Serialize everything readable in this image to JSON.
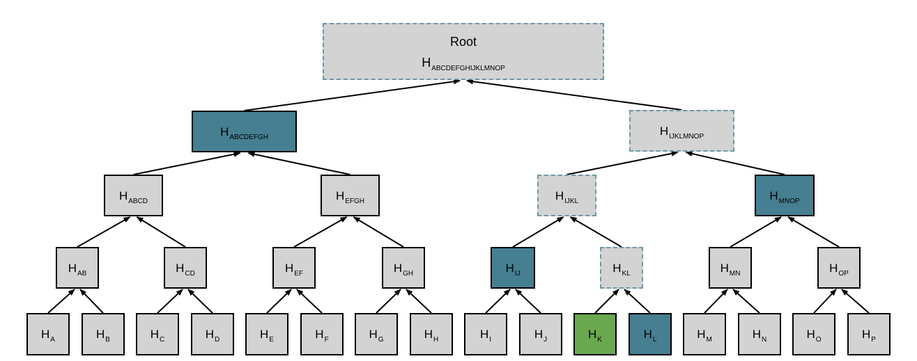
{
  "diagram": {
    "colors": {
      "grey_fill": "#d3d3d3",
      "teal_fill": "#457f91",
      "green_fill": "#6aa84f",
      "dashed_border": "#6c97a6",
      "edge": "#000000"
    },
    "root": {
      "title": "Root",
      "base": "H",
      "sub": "ABCDEFGHIJKLMNOP",
      "style": "dashed"
    },
    "level1": [
      {
        "id": "abcdefgh",
        "base": "H",
        "sub": "ABCDEFGH",
        "style": "teal"
      },
      {
        "id": "ijklmnop",
        "base": "H",
        "sub": "IJKLMNOP",
        "style": "dashed"
      }
    ],
    "level2": [
      {
        "id": "abcd",
        "base": "H",
        "sub": "ABCD",
        "style": "grey"
      },
      {
        "id": "efgh",
        "base": "H",
        "sub": "EFGH",
        "style": "grey"
      },
      {
        "id": "ijkl",
        "base": "H",
        "sub": "IJKL",
        "style": "dashed"
      },
      {
        "id": "mnop",
        "base": "H",
        "sub": "MNOP",
        "style": "teal"
      }
    ],
    "level3": [
      {
        "id": "ab",
        "base": "H",
        "sub": "AB",
        "style": "grey"
      },
      {
        "id": "cd",
        "base": "H",
        "sub": "CD",
        "style": "grey"
      },
      {
        "id": "ef",
        "base": "H",
        "sub": "EF",
        "style": "grey"
      },
      {
        "id": "gh",
        "base": "H",
        "sub": "GH",
        "style": "grey"
      },
      {
        "id": "ij",
        "base": "H",
        "sub": "IJ",
        "style": "teal"
      },
      {
        "id": "kl",
        "base": "H",
        "sub": "KL",
        "style": "dashed"
      },
      {
        "id": "mn",
        "base": "H",
        "sub": "MN",
        "style": "grey"
      },
      {
        "id": "op",
        "base": "H",
        "sub": "OP",
        "style": "grey"
      }
    ],
    "leaves": [
      {
        "id": "a",
        "base": "H",
        "sub": "A",
        "style": "grey"
      },
      {
        "id": "b",
        "base": "H",
        "sub": "B",
        "style": "grey"
      },
      {
        "id": "c",
        "base": "H",
        "sub": "C",
        "style": "grey"
      },
      {
        "id": "d",
        "base": "H",
        "sub": "D",
        "style": "grey"
      },
      {
        "id": "e",
        "base": "H",
        "sub": "E",
        "style": "grey"
      },
      {
        "id": "f",
        "base": "H",
        "sub": "F",
        "style": "grey"
      },
      {
        "id": "g",
        "base": "H",
        "sub": "G",
        "style": "grey"
      },
      {
        "id": "h",
        "base": "H",
        "sub": "H",
        "style": "grey"
      },
      {
        "id": "i",
        "base": "H",
        "sub": "I",
        "style": "grey"
      },
      {
        "id": "j",
        "base": "H",
        "sub": "J",
        "style": "grey"
      },
      {
        "id": "k",
        "base": "H",
        "sub": "K",
        "style": "green"
      },
      {
        "id": "l",
        "base": "H",
        "sub": "L",
        "style": "teal"
      },
      {
        "id": "m",
        "base": "H",
        "sub": "M",
        "style": "grey"
      },
      {
        "id": "n",
        "base": "H",
        "sub": "N",
        "style": "grey"
      },
      {
        "id": "o",
        "base": "H",
        "sub": "O",
        "style": "grey"
      },
      {
        "id": "p",
        "base": "H",
        "sub": "P",
        "style": "grey"
      }
    ]
  }
}
